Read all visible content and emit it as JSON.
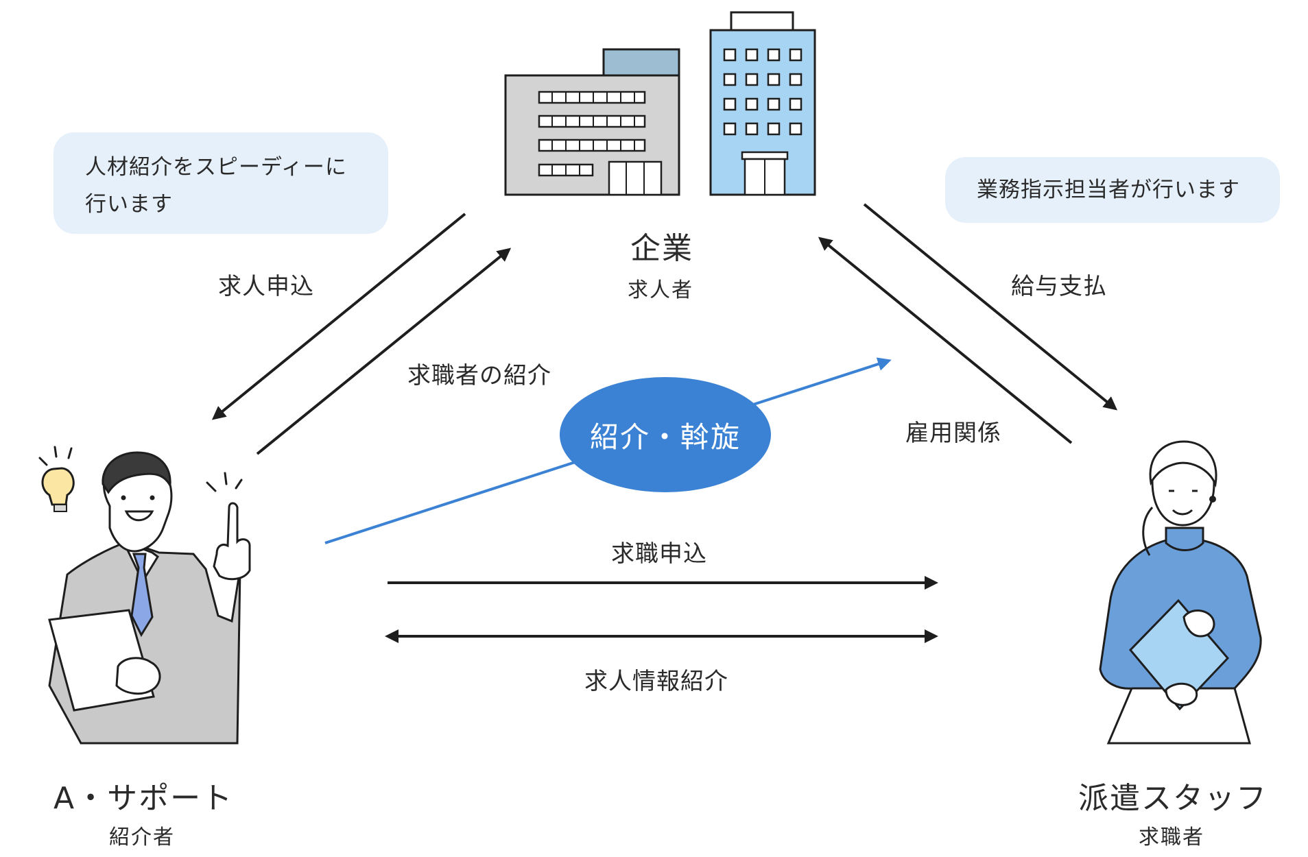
{
  "nodes": {
    "company": {
      "title": "企業",
      "subtitle": "求人者"
    },
    "agency": {
      "title": "A・サポート",
      "subtitle": "紹介者"
    },
    "staff": {
      "title": "派遣スタッフ",
      "subtitle": "求職者"
    }
  },
  "notes": {
    "left_line1": "人材紹介をスピーディーに",
    "left_line2": "行います",
    "right": "業務指示担当者が行います"
  },
  "edges": {
    "job_application": "求人申込",
    "candidate_intro": "求職者の紹介",
    "salary_payment": "給与支払",
    "employment": "雇用関係",
    "job_seeking": "求職申込",
    "job_info_intro": "求人情報紹介"
  },
  "center": {
    "label": "紹介・斡旋"
  },
  "colors": {
    "arrow": "#1e1e1e",
    "accent_blue": "#3b82d4",
    "bubble_bg": "#e6f0fb",
    "building_gray": "#d3d3d3",
    "building_blue": "#a8d4f3",
    "staff_blue": "#6a9fda"
  },
  "icons": [
    "office-building-icon",
    "tower-building-icon",
    "businessman-icon",
    "lightbulb-icon",
    "woman-staff-icon"
  ]
}
